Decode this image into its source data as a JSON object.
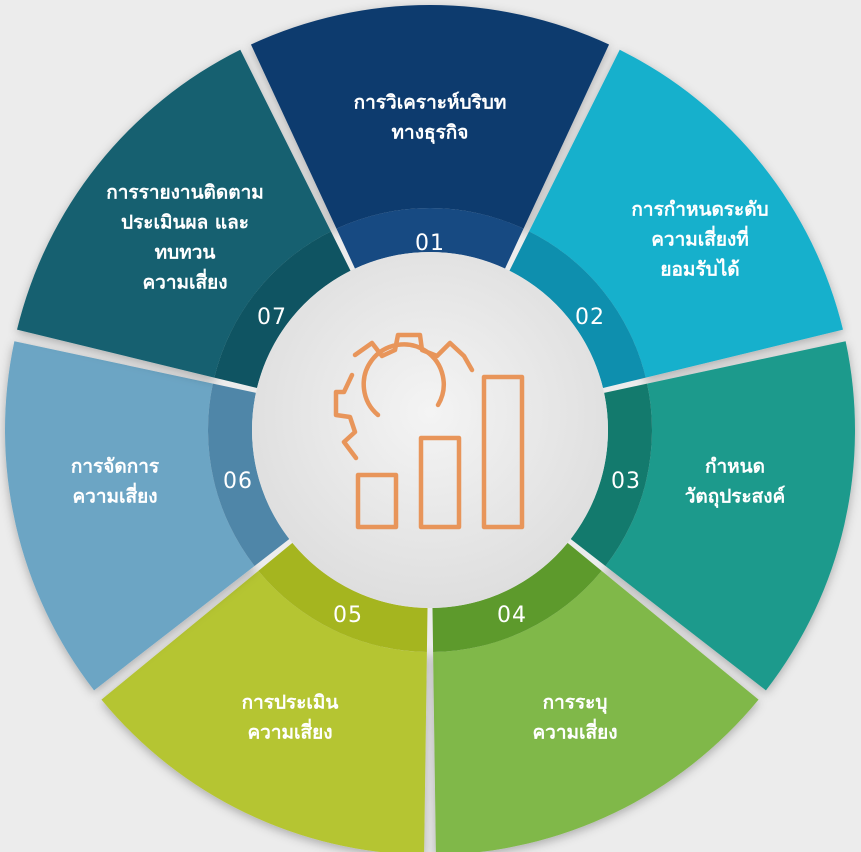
{
  "segments": [
    {
      "number": "01",
      "lines": [
        "การวิเคราะห์บริบท",
        "ทางธุรกิจ"
      ],
      "color_outer": "#0d3b6e",
      "color_inner": "#174a82"
    },
    {
      "number": "02",
      "lines": [
        "การกำหนดระดับ",
        "ความเสี่ยงที่",
        "ยอมรับได้"
      ],
      "color_outer": "#13b0cc",
      "color_inner": "#0e8fae"
    },
    {
      "number": "03",
      "lines": [
        "กำหนด",
        "วัตถุประสงค์"
      ],
      "color_outer": "#1e9a8c",
      "color_inner": "#137a6d"
    },
    {
      "number": "04",
      "lines": [
        "การระบุ",
        "ความเสี่ยง"
      ],
      "color_outer": "#80b84a",
      "color_inner": "#5d9a2c"
    },
    {
      "number": "05",
      "lines": [
        "การประเมิน",
        "ความเสี่ยง"
      ],
      "color_outer": "#b5c533",
      "color_inner": "#a5b51f"
    },
    {
      "number": "06",
      "lines": [
        "การจัดการ",
        "ความเสี่ยง"
      ],
      "color_outer": "#6ca5c4",
      "color_inner": "#4f86a8"
    },
    {
      "number": "07",
      "lines": [
        "การรายงานติดตาม",
        "ประเมินผล และ",
        "ทบทวน",
        "ความเสี่ยง"
      ],
      "color_outer": "#126070",
      "color_inner": "#0f5462"
    }
  ],
  "center_icon": {
    "name": "gear-chart-icon",
    "color": "#e8955a"
  }
}
